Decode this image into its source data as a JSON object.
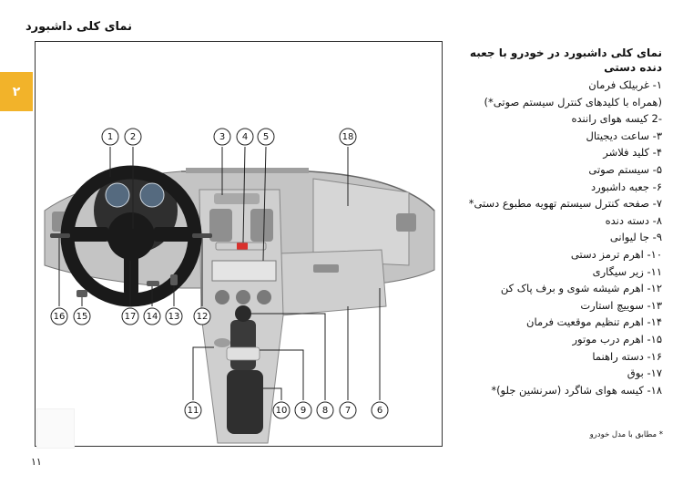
{
  "page": {
    "title": "نمای کلی داشبورد",
    "chapter_tab": "۲",
    "page_number": "۱۱"
  },
  "figure": {
    "callouts": [
      {
        "id": "1",
        "label": "①"
      },
      {
        "id": "2",
        "label": "②"
      },
      {
        "id": "3",
        "label": "③"
      },
      {
        "id": "4",
        "label": "④"
      },
      {
        "id": "5",
        "label": "⑤"
      },
      {
        "id": "6",
        "label": "⑥"
      },
      {
        "id": "7",
        "label": "⑦"
      },
      {
        "id": "8",
        "label": "⑧"
      },
      {
        "id": "9",
        "label": "⑨"
      },
      {
        "id": "10",
        "label": "⑩"
      },
      {
        "id": "11",
        "label": "⑪"
      },
      {
        "id": "12",
        "label": "⑫"
      },
      {
        "id": "13",
        "label": "⑬"
      },
      {
        "id": "14",
        "label": "⑭"
      },
      {
        "id": "15",
        "label": "⑮"
      },
      {
        "id": "16",
        "label": "⑯"
      },
      {
        "id": "17",
        "label": "⑰"
      },
      {
        "id": "18",
        "label": "⑱"
      }
    ],
    "colors": {
      "dashboard": "#c4c4c4",
      "dashboard_dark": "#8f8f8f",
      "steering": "#1a1a1a",
      "panel": "#d9d9d9",
      "hazard": "#d9302c"
    }
  },
  "legend": {
    "heading": "نمای کلی داشبورد در خودرو با جعبه دنده دستی",
    "items": [
      "۱- غربیلک فرمان",
      "(همراه با کلیدهای کنترل سیستم صوتی*)",
      "-2 کیسه هوای راننده",
      "۳- ساعت دیجیتال",
      "۴- کلید فلاشر",
      "۵- سیستم صوتی",
      "۶- جعبه داشبورد",
      "۷- صفحه کنترل سیستم تهویه مطبوع دستی*",
      "۸- دسته دنده",
      "۹- جا لیوانی",
      "۱۰- اهرم ترمز دستی",
      "۱۱- زیر سیگاری",
      "۱۲- اهرم شیشه شوی و برف پاک کن",
      "۱۳- سوییچ استارت",
      "۱۴- اهرم تنظیم موقعیت فرمان",
      "۱۵- اهرم درب موتور",
      "۱۶- دسته راهنما",
      "۱۷- بوق",
      "۱۸- کیسه هوای شاگرد (سرنشین جلو)*"
    ],
    "footnote": "* مطابق با مدل خودرو"
  }
}
